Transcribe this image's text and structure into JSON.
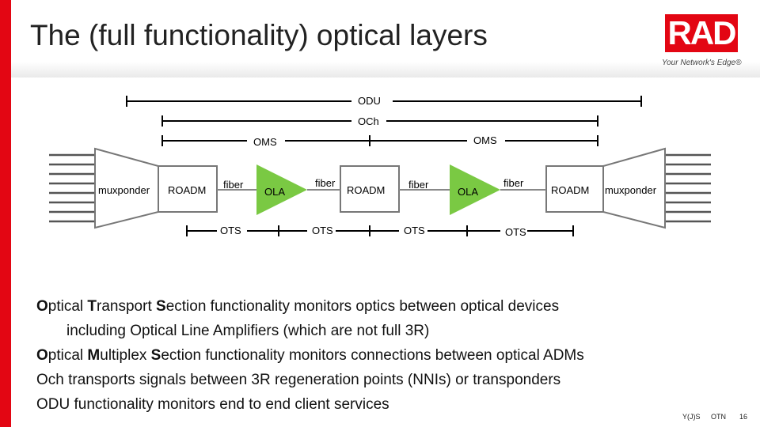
{
  "title": "The (full functionality) optical layers",
  "logo": {
    "text": "RAD",
    "tagline": "Your Network's Edge®"
  },
  "layers": {
    "odu": "ODU",
    "och": "OCh",
    "oms_left": "OMS",
    "oms_right": "OMS"
  },
  "devices": {
    "muxponder_left": "muxponder",
    "roadm_left": "ROADM",
    "fiber_1": "fiber",
    "ola_1": "OLA",
    "fiber_2": "fiber",
    "roadm_mid": "ROADM",
    "fiber_3": "fiber",
    "ola_2": "OLA",
    "fiber_4": "fiber",
    "roadm_right": "ROADM",
    "muxponder_right": "muxponder"
  },
  "ots": [
    "OTS",
    "OTS",
    "OTS",
    "OTS"
  ],
  "body": [
    {
      "bold": "O",
      "a": "ptical ",
      "bold2": "T",
      "b": "ransport ",
      "bold3": "S",
      "c": "ection functionality monitors optics between optical devices"
    },
    {
      "text": "including Optical Line Amplifiers (which are not full 3R)"
    },
    {
      "bold": "O",
      "a": "ptical ",
      "bold2": "M",
      "b": "ultiplex ",
      "bold3": "S",
      "c": "ection functionality monitors connections between optical ADMs"
    },
    {
      "text": "Och transports signals between 3R regeneration points (NNIs) or transponders"
    },
    {
      "text": "ODU functionality monitors end to end client services"
    }
  ],
  "footer": {
    "author": "Y(J)S",
    "topic": "OTN",
    "page": "16"
  },
  "colors": {
    "accent": "#e30613",
    "amplifier": "#7ac943"
  }
}
